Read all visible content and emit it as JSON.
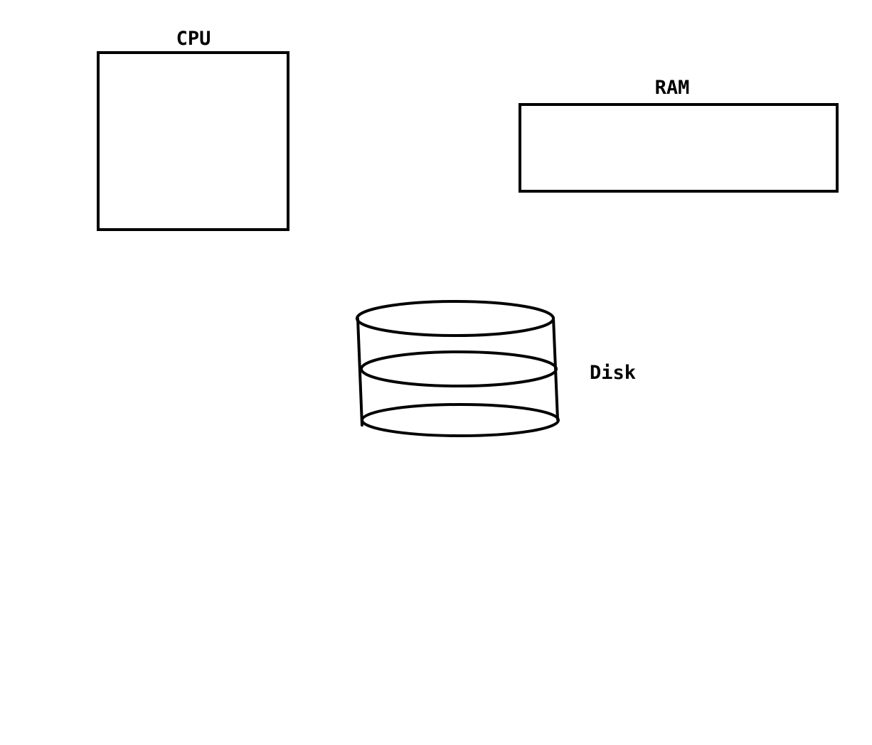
{
  "diagram": {
    "nodes": [
      {
        "id": "cpu",
        "label": "CPU",
        "shape": "square"
      },
      {
        "id": "ram",
        "label": "RAM",
        "shape": "rectangle"
      },
      {
        "id": "disk",
        "label": "Disk",
        "shape": "cylinder"
      }
    ],
    "colors": {
      "stroke": "#000000",
      "background": "#ffffff",
      "text": "#000000"
    }
  }
}
